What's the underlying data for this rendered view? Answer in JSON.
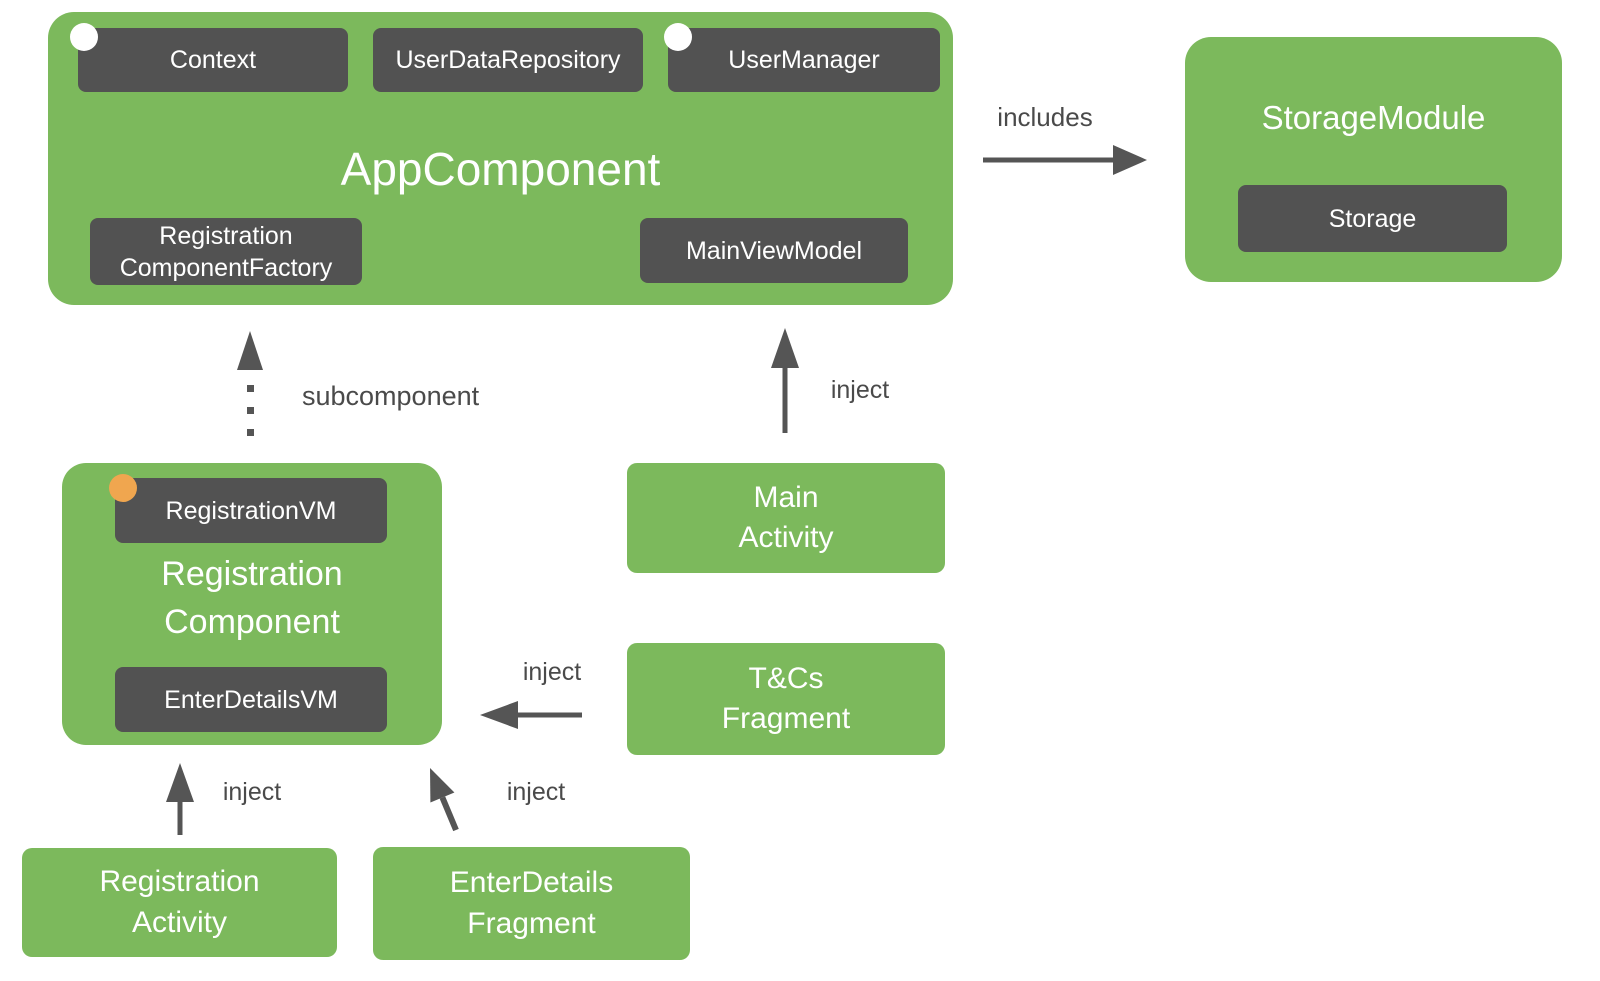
{
  "app_component": {
    "title": "AppComponent",
    "chip_context": "Context",
    "chip_user_data_repository": "UserDataRepository",
    "chip_user_manager": "UserManager",
    "chip_registration_component_factory": {
      "line1": "Registration",
      "line2": "ComponentFactory"
    },
    "chip_main_view_model": "MainViewModel"
  },
  "storage_module": {
    "title": "StorageModule",
    "chip_storage": "Storage"
  },
  "registration_component": {
    "title": {
      "line1": "Registration",
      "line2": "Component"
    },
    "chip_registration_vm": "RegistrationVM",
    "chip_enter_details_vm": "EnterDetailsVM"
  },
  "nodes": {
    "main_activity": {
      "line1": "Main",
      "line2": "Activity"
    },
    "tcs_fragment": {
      "line1": "T&Cs",
      "line2": "Fragment"
    },
    "registration_activity": {
      "line1": "Registration",
      "line2": "Activity"
    },
    "enter_details_fragment": {
      "line1": "EnterDetails",
      "line2": "Fragment"
    }
  },
  "edge_labels": {
    "includes": "includes",
    "subcomponent": "subcomponent",
    "inject_main_activity": "inject",
    "inject_tcs_fragment": "inject",
    "inject_registration_activity": "inject",
    "inject_enter_details_fragment": "inject"
  },
  "colors": {
    "component_green": "#7CB95C",
    "chip_dark_gray": "#525252",
    "arrow_gray": "#555555",
    "label_gray": "#4A4A4A",
    "orange_dot": "#F0A64F",
    "white_dot": "#FFFFFF"
  }
}
